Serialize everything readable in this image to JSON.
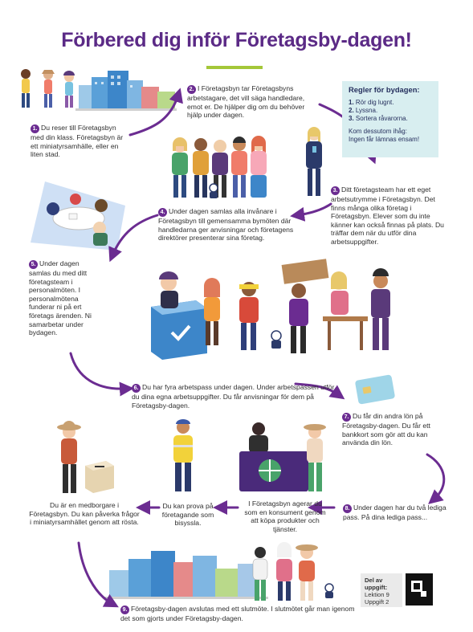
{
  "title": "Förbered dig inför Företagsby-dagen!",
  "steps": {
    "s1": {
      "num": "1.",
      "text": "Du reser till Företagsbyn med din klass. Företagsbyn är ett miniatyrsamhälle, eller en liten stad."
    },
    "s2": {
      "num": "2.",
      "text": "I Företagsbyn tar Företagsbyns arbetstagare, det vill säga handledare, emot er. De hjälper dig om du behöver hjälp under dagen."
    },
    "s3": {
      "num": "3.",
      "text": "Ditt företagsteam har ett eget arbetsutrymme i Företagsbyn. Det finns många olika företag i Företagsbyn. Elever som du inte känner kan också finnas på plats. Du träffar dem när du utför dina arbetsuppgifter."
    },
    "s4": {
      "num": "4.",
      "text": "Under dagen samlas alla invånare i Företagsbyn till gemensamma bymöten där handledarna ger anvisningar och företagens direktörer presenterar sina företag."
    },
    "s5": {
      "num": "5.",
      "text": "Under dagen samlas du med ditt företagsteam i personalmöten. I personalmötena funderar ni på ert företags ärenden. Ni samarbetar under bydagen."
    },
    "s6": {
      "num": "6.",
      "text": "Du har fyra arbetspass under dagen. Under arbetspassen utför du dina egna arbetsuppgifter. Du får anvisningar för dem på Företagsby-dagen."
    },
    "s7": {
      "num": "7.",
      "text": "Du får din andra lön på Företagsby-dagen. Du får ett bankkort som gör att du kan använda din lön."
    },
    "s8": {
      "num": "8.",
      "text": "Under dagen har du två lediga pass. På dina lediga pass..."
    },
    "s9": {
      "num": "9.",
      "text": "Företagsby-dagen avslutas med ett slutmöte. I slutmötet går man igenom det som gjorts under Företagsby-dagen."
    }
  },
  "free_time": {
    "consumer": "I Företagsbyn agerar du som en konsument genom att köpa produkter och tjänster.",
    "side_job": "Du kan prova på företagande som bisyssla.",
    "citizen": "Du är en medborgare i Företagsbyn. Du kan påverka frågor i miniatyrsamhället genom att rösta."
  },
  "rules": {
    "heading": "Regler för bydagen:",
    "items": [
      {
        "num": "1.",
        "text": "Rör dig lugnt."
      },
      {
        "num": "2.",
        "text": "Lyssna."
      },
      {
        "num": "3.",
        "text": "Sortera råvarorna."
      }
    ],
    "note_line1": "Kom dessutom ihåg:",
    "note_line2": "Ingen får lämnas ensam!"
  },
  "lesson": {
    "label": "Del av uppgift:",
    "line1": "Lektion 9",
    "line2": "Uppgift 2"
  },
  "colors": {
    "purple": "#6b2c91",
    "title": "#5b2a86",
    "accent_green": "#a4c739",
    "rules_bg": "#d8eef0"
  },
  "icons": [
    "qr-code-icon",
    "bank-card-icon",
    "ballot-box-icon",
    "city-skyline-icon"
  ]
}
